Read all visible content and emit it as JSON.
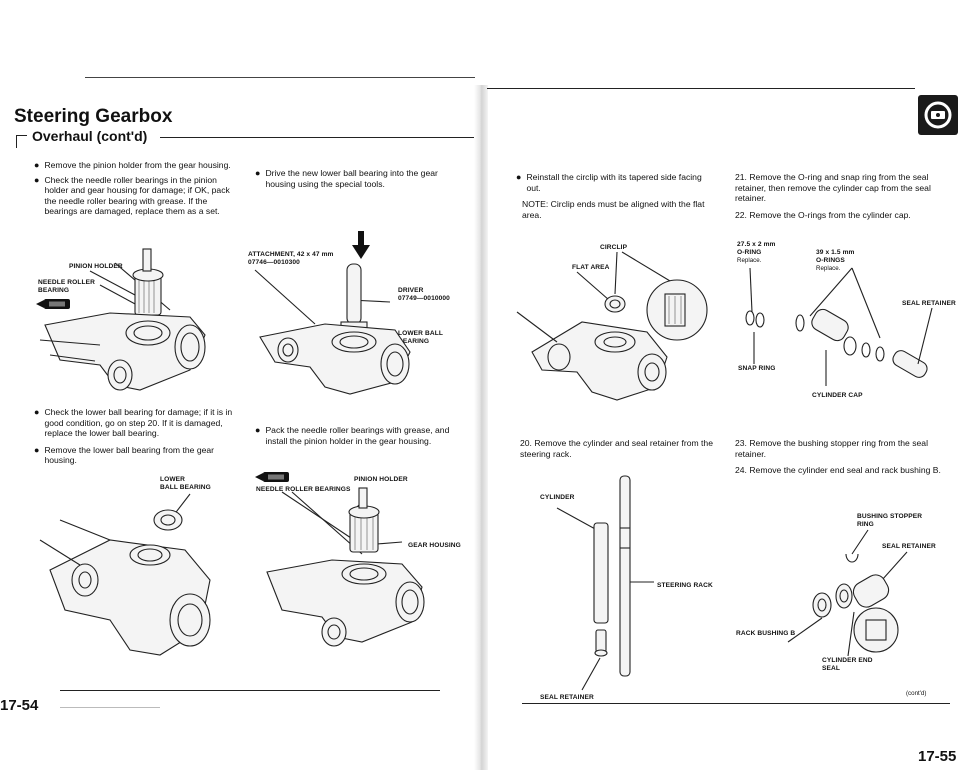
{
  "left_page": {
    "title": "Steering Gearbox",
    "subtitle": "Overhaul (cont'd)",
    "page_number": "17-54",
    "col1": {
      "bullets_a": [
        "Remove the pinion holder from the gear housing.",
        "Check the needle roller bearings in the pinion holder and gear housing for damage; if OK, pack the needle roller bearing with grease. If the bearings are damaged, replace them as a set."
      ],
      "fig1_labels": {
        "pinion_holder": "PINION HOLDER",
        "needle_roller": "NEEDLE ROLLER",
        "bearing": "BEARING"
      },
      "bullets_b": [
        "Check the lower ball bearing for damage; if it is in good condition, go on step 20. If it is damaged, replace the lower ball bearing.",
        "Remove the lower ball bearing from the gear housing."
      ],
      "fig2_labels": {
        "lower": "LOWER",
        "ball_bearing": "BALL BEARING"
      }
    },
    "col2": {
      "bullet_a": "Drive the new lower ball bearing into the gear housing using the special tools.",
      "fig1_labels": {
        "attachment": "ATTACHMENT, 42 x 47 mm",
        "attachment_no": "07746—0010300",
        "driver": "DRIVER",
        "driver_no": "07749—0010000",
        "lower_ball": "LOWER BALL",
        "bearing": "BEARING"
      },
      "bullet_b": "Pack the needle roller bearings with grease, and install the pinion holder in the gear housing.",
      "fig2_labels": {
        "needle_roller_bearings": "NEEDLE ROLLER BEARINGS",
        "pinion_holder": "PINION HOLDER",
        "gear_housing": "GEAR HOUSING"
      }
    }
  },
  "right_page": {
    "page_number": "17-55",
    "cont": "(cont'd)",
    "col1": {
      "bullet_a": "Reinstall the circlip with its tapered side facing out.",
      "note": "NOTE: Circlip ends must be aligned with the flat area.",
      "fig1_labels": {
        "circlip": "CIRCLIP",
        "flat_area": "FLAT AREA"
      },
      "step20": "20. Remove the cylinder and seal retainer from the steering rack.",
      "fig2_labels": {
        "cylinder": "CYLINDER",
        "steering_rack": "STEERING RACK",
        "seal_retainer": "SEAL RETAINER"
      }
    },
    "col2": {
      "step21": "21. Remove the O-ring and snap ring from the seal retainer, then remove the cylinder cap from the seal retainer.",
      "step22": "22. Remove the O-rings from the cylinder cap.",
      "fig1_labels": {
        "oring_size": "27.5 x 2 mm",
        "oring": "O-RING",
        "oring_replace": "Replace.",
        "orings_size": "39 x 1.5 mm",
        "orings": "O-RINGS",
        "orings_replace": "Replace.",
        "seal_retainer": "SEAL RETAINER",
        "snap_ring": "SNAP RING",
        "cylinder_cap": "CYLINDER CAP"
      },
      "step23": "23. Remove the bushing stopper ring from the seal retainer.",
      "step24": "24. Remove the cylinder end seal and rack bushing B.",
      "fig2_labels": {
        "bushing_stopper": "BUSHING STOPPER",
        "ring": "RING",
        "seal_retainer": "SEAL RETAINER",
        "rack_bushing": "RACK BUSHING B",
        "cylinder_end": "CYLINDER END",
        "seal": "SEAL"
      }
    }
  },
  "colors": {
    "ink": "#111111",
    "icon_bg": "#1a1a1a"
  },
  "icons": {
    "steering_icon": "steering-wheel-icon",
    "grease_icon": "grease-tube-icon",
    "arrow": "drive-arrow-icon"
  }
}
